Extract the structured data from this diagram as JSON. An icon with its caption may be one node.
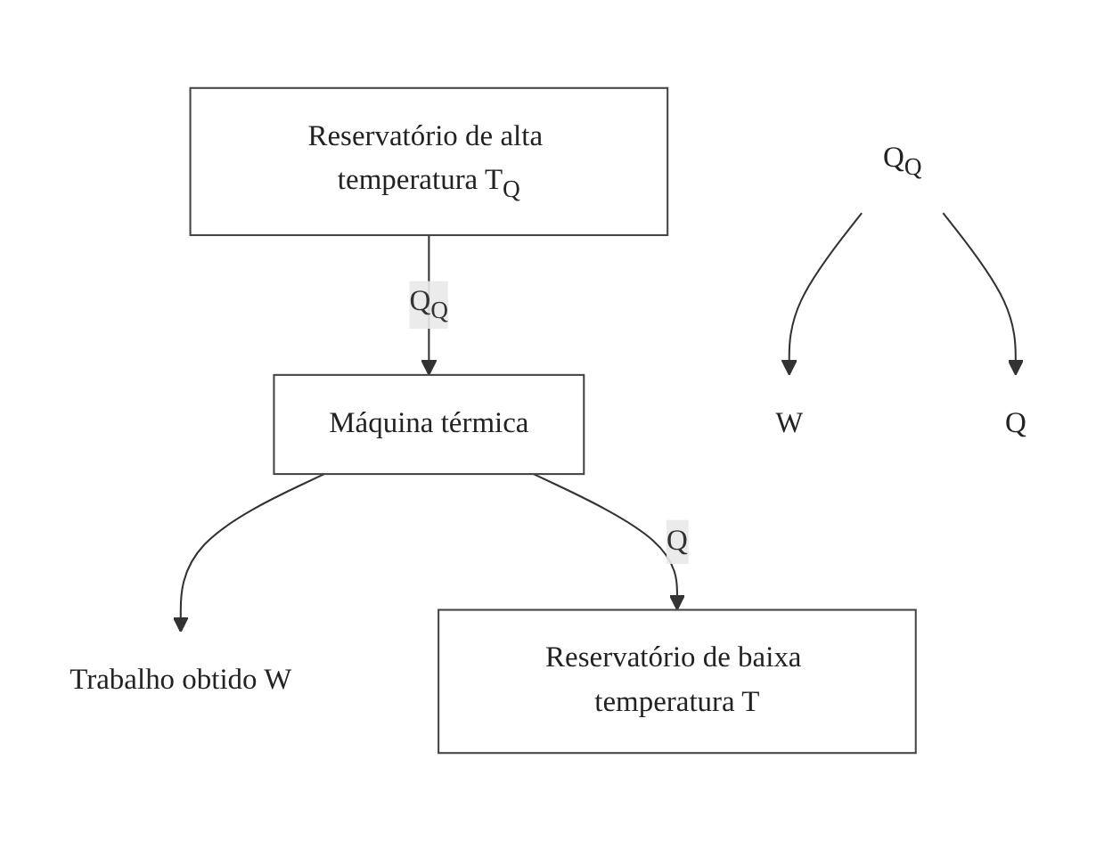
{
  "diagram": {
    "nodes": [
      {
        "text": [
          "Reservatório de alta temperatura T$_{Q}$"
        ]
      },
      {
        "text": [
          "Máquina térmica"
        ]
      },
      {
        "text": [
          "Trabalho obtido W"
        ]
      },
      {
        "text": [
          "Reservatório de baixa temperatura T"
        ]
      },
      {
        "text": [
          "Q$_{Q}$"
        ]
      },
      {
        "text": [
          "W"
        ]
      },
      {
        "text": [
          "Q"
        ]
      }
    ],
    "edges": [
      {
        "from": 0,
        "to": 1,
        "arrow": "to",
        "label": "Q$_{Q}$"
      },
      {
        "from": 1,
        "to": 2,
        "arrow": "to"
      },
      {
        "from": 1,
        "to": 3,
        "arrow": "to",
        "label": "Q"
      },
      {
        "from": 4,
        "to": 5,
        "arrow": "to"
      },
      {
        "from": 4,
        "to": 6,
        "arrow": "to"
      }
    ]
  }
}
